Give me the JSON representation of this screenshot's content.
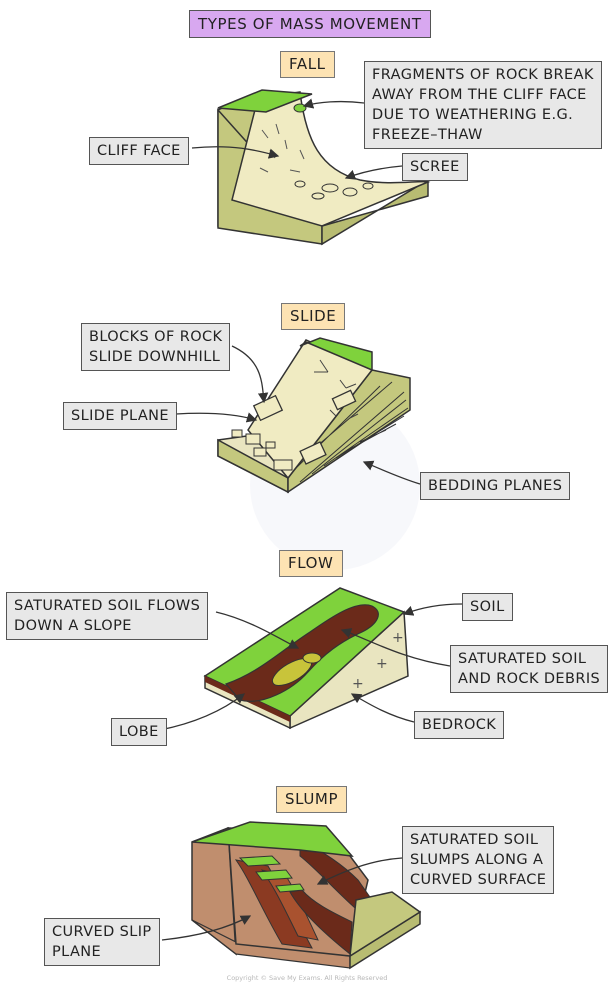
{
  "title": "TYPES OF MASS MOVEMENT",
  "sections": {
    "fall": {
      "heading": "FALL",
      "labels": {
        "fragments": [
          "FRAGMENTS OF ROCK BREAK",
          "AWAY FROM THE CLIFF FACE",
          "DUE TO WEATHERING E.G.",
          "FREEZE–THAW"
        ],
        "cliff_face": "CLIFF FACE",
        "scree": "SCREE"
      }
    },
    "slide": {
      "heading": "SLIDE",
      "labels": {
        "blocks": [
          "BLOCKS OF ROCK",
          "SLIDE DOWNHILL"
        ],
        "slide_plane": "SLIDE PLANE",
        "bedding_planes": "BEDDING PLANES"
      }
    },
    "flow": {
      "heading": "FLOW",
      "labels": {
        "saturated_soil_flows": [
          "SATURATED SOIL FLOWS",
          "DOWN A SLOPE"
        ],
        "soil": "SOIL",
        "saturated_debris": [
          "SATURATED SOIL",
          "AND ROCK DEBRIS"
        ],
        "lobe": "LOBE",
        "bedrock": "BEDROCK"
      }
    },
    "slump": {
      "heading": "SLUMP",
      "labels": {
        "saturated_slumps": [
          "SATURATED SOIL",
          "SLUMPS ALONG A",
          "CURVED SURFACE"
        ],
        "curved_slip_plane": [
          "CURVED SLIP",
          "PLANE"
        ]
      }
    }
  },
  "copyright": "Copyright © Save My Exams. All Rights Reserved",
  "colors": {
    "grass": "#7fd23c",
    "rock_face": "#f0ebc2",
    "rock_side": "#c4c87e",
    "soil_brown": "#6b2a1a",
    "slump_side": "#c08e6e",
    "label_bg": "#e8e8e8",
    "title_bg": "#d8a8f0",
    "heading_bg": "#fde3b3"
  }
}
